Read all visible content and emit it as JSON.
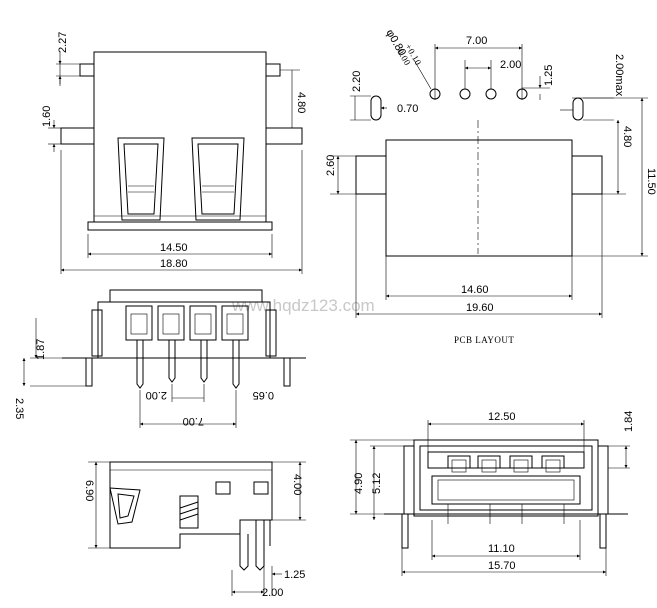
{
  "watermark": "www.hqdz123.com",
  "pcb_title": "PCB LAYOUT",
  "dims": {
    "top_2_27": "2.27",
    "top_1_60": "1.60",
    "top_4_80": "4.80",
    "top_14_50": "14.50",
    "top_18_80": "18.80",
    "pcb_phi": "φ0.80",
    "pcb_tol_plus": "+0.10",
    "pcb_tol_minus": "0.00",
    "pcb_7_00": "7.00",
    "pcb_2_00": "2.00",
    "pcb_1_25": "1.25",
    "pcb_2_20": "2.20",
    "pcb_0_70": "0.70",
    "pcb_2_00max": "2.00max",
    "pcb_2_60": "2.60",
    "pcb_4_80": "4.80",
    "pcb_11_50": "11.50",
    "pcb_14_60": "14.60",
    "pcb_19_60": "19.60",
    "mid_1_87": "1.87",
    "mid_2_35": "2.35",
    "mid_2_00": "2.00",
    "mid_0_65": "0.65",
    "mid_7_00": "7.00",
    "side_6_90": "6.90",
    "side_4_00": "4.00",
    "side_1_25": "1.25",
    "side_2_00": "2.00",
    "front_12_50": "12.50",
    "front_1_84": "1.84",
    "front_4_90": "4.90",
    "front_5_12": "5.12",
    "front_11_10": "11.10",
    "front_15_70": "15.70"
  }
}
